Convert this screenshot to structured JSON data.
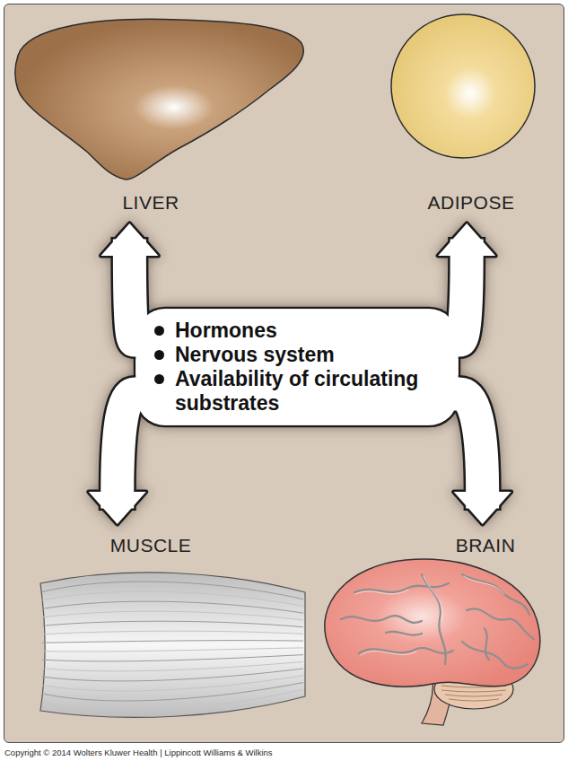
{
  "diagram": {
    "nodes": [
      {
        "text": [
          "LIVER"
        ]
      },
      {
        "text": [
          "ADIPOSE"
        ]
      },
      {
        "text": [
          "Hormones",
          "Nervous system",
          "Availability of circulating substrates"
        ]
      },
      {
        "text": [
          "MUSCLE"
        ]
      },
      {
        "text": [
          "BRAIN"
        ]
      }
    ],
    "edges": [
      {
        "from": 2,
        "to": 0,
        "arrow": "to"
      },
      {
        "from": 2,
        "to": 1,
        "arrow": "to"
      },
      {
        "from": 2,
        "to": 3,
        "arrow": "to"
      },
      {
        "from": 2,
        "to": 4,
        "arrow": "to"
      }
    ],
    "labels": [
      "Copyright © 2014 Wolters Kluwer Health | Lippincott Williams & Wilkins"
    ]
  }
}
